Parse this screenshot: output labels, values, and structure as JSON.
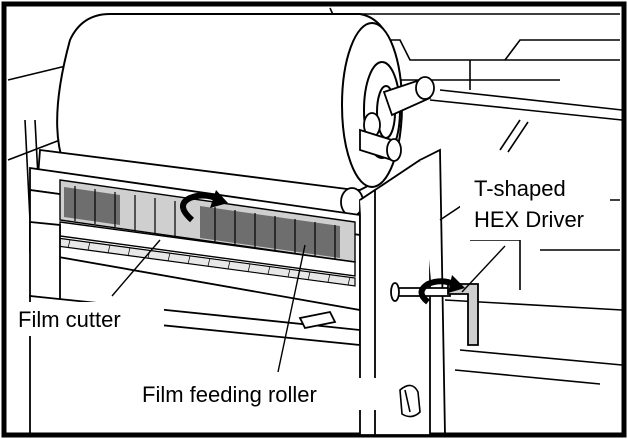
{
  "labels": {
    "driver_line1": "T-shaped",
    "driver_line2": "HEX Driver",
    "film_cutter": "Film cutter",
    "film_feeding_roller": "Film feeding roller"
  },
  "colors": {
    "line": "#000000",
    "background": "#ffffff",
    "roller_shade": "#cfcfcf",
    "roller_dark": "#6e6e6e"
  },
  "icons": {
    "rotation_arrow_roller": "curved-arrow-icon",
    "rotation_arrow_driver": "curved-arrow-icon"
  }
}
